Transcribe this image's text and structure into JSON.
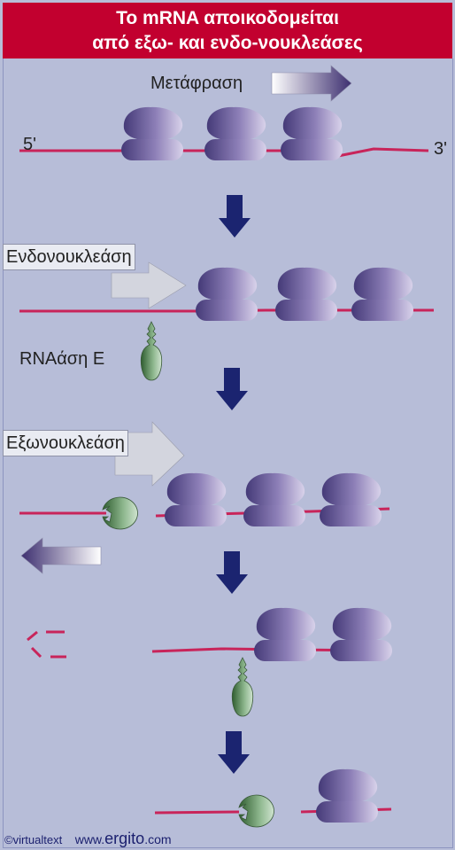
{
  "title": {
    "line1": "Το mRNA αποικοδομείται",
    "line2": "από εξω- και ενδο-νουκλεάσες"
  },
  "labels": {
    "translation": "Μετάφραση",
    "five_prime": "5'",
    "three_prime": "3'",
    "endonuclease": "Ενδονουκλεάση",
    "rnase_e": "RNAάση E",
    "exonuclease": "Εξωνουκλεάση"
  },
  "footer": {
    "copyright": "©virtualtext",
    "site_prefix": "www.",
    "site_brand": "ergito",
    "site_ext": ".com"
  },
  "colors": {
    "background": "#b7bdd8",
    "title_bar": "#c2002f",
    "mrna": "#c8245a",
    "ribosome": "#6a5b9a",
    "enzyme": "#5e8a5e",
    "step_arrow": "#1b2470"
  },
  "icons": [
    "ribosome-icon",
    "rnase-e-icon",
    "exonuclease-icon",
    "down-arrow-icon",
    "gradient-arrow-icon"
  ]
}
